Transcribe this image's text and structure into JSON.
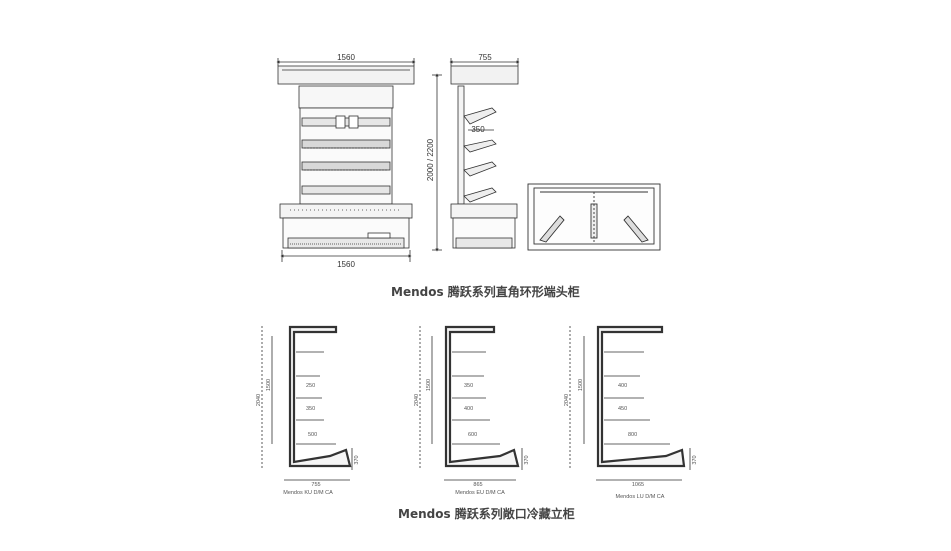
{
  "top_group": {
    "front_width_top": "1560",
    "front_width_bottom": "1560",
    "side_depth": "755",
    "height": "2000 / 2200",
    "shelf_depth": "350",
    "caption": "Mendos 腾跃系列直角环形端头柜"
  },
  "bottom_group": {
    "caption": "Mendos 腾跃系列敞口冷藏立柜",
    "models": [
      {
        "name": "Mendos KU D/M CA",
        "total_h": "2040",
        "inner_h": "1500",
        "shelves": [
          "250",
          "350",
          "500"
        ],
        "depth": "755",
        "base": "370"
      },
      {
        "name": "Mendos EU D/M CA",
        "total_h": "2040",
        "inner_h": "1500",
        "shelves": [
          "350",
          "400",
          "600"
        ],
        "depth": "865",
        "base": "370"
      },
      {
        "name": "Mendos LU D/M CA",
        "total_h": "2040",
        "inner_h": "1500",
        "shelves": [
          "400",
          "450",
          "800"
        ],
        "depth": "1065",
        "base": "370"
      }
    ]
  }
}
